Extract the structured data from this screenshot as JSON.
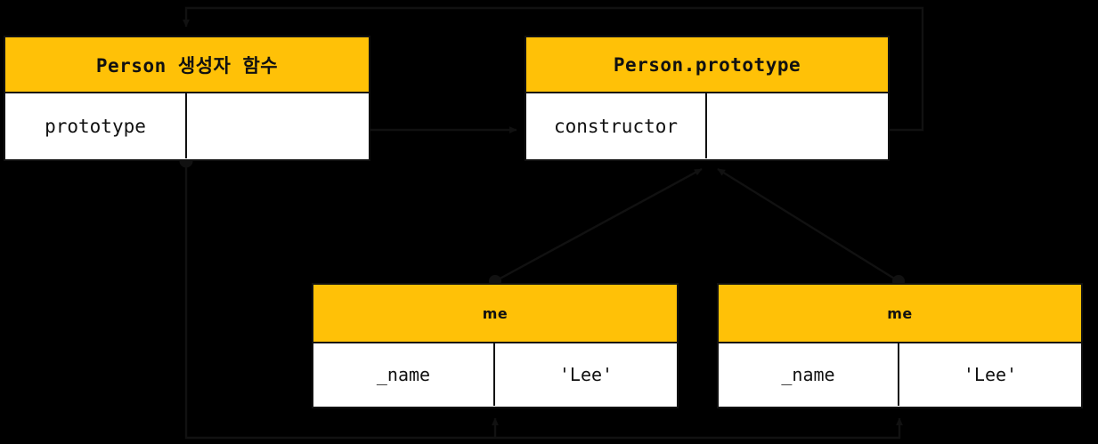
{
  "diagram": {
    "title": "JavaScript prototype chain diagram",
    "colors": {
      "accent": "#ffc107",
      "background": "#000000",
      "stroke": "#111111",
      "cell_background": "#ffffff"
    },
    "nodes": [
      {
        "id": "person-constructor",
        "header": "Person 생성자 함수",
        "rows": [
          {
            "key": "prototype",
            "value": ""
          }
        ]
      },
      {
        "id": "person-prototype",
        "header": "Person.prototype",
        "rows": [
          {
            "key": "constructor",
            "value": ""
          }
        ]
      },
      {
        "id": "me-instance-1",
        "header": "me",
        "rows": [
          {
            "key": "_name",
            "value": "'Lee'"
          }
        ]
      },
      {
        "id": "me-instance-2",
        "header": "me",
        "rows": [
          {
            "key": "_name",
            "value": "'Lee'"
          }
        ]
      }
    ],
    "edges": [
      {
        "id": "prototype-to-person-prototype",
        "from": "person-constructor.prototype",
        "to": "person-prototype",
        "style": "solid-arrow-dot"
      },
      {
        "id": "constructor-to-person",
        "from": "person-prototype.constructor",
        "to": "person-constructor",
        "style": "solid-arrow-dot-routed-top"
      },
      {
        "id": "me1-proto-link",
        "from": "me-instance-1",
        "to": "person-prototype",
        "style": "diagonal-arrow-dot"
      },
      {
        "id": "me2-proto-link",
        "from": "me-instance-2",
        "to": "person-prototype",
        "style": "diagonal-arrow-dot"
      },
      {
        "id": "person-to-me1",
        "from": "person-constructor",
        "to": "me-instance-1",
        "style": "routed-bottom-arrow"
      },
      {
        "id": "person-to-me2",
        "from": "person-constructor",
        "to": "me-instance-2",
        "style": "routed-bottom-arrow"
      }
    ]
  }
}
